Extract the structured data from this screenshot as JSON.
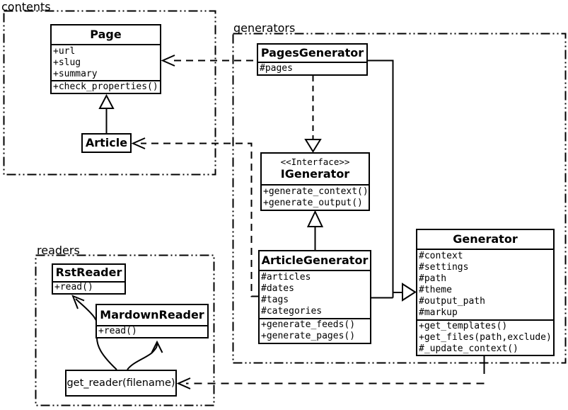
{
  "colors": {
    "background": "#ffffff",
    "stroke": "#000000"
  },
  "packages": {
    "contents": {
      "label": "contents"
    },
    "generators": {
      "label": "generators"
    },
    "readers": {
      "label": "readers"
    }
  },
  "classes": {
    "page": {
      "title": "Page",
      "attributes": [
        "+url",
        "+slug",
        "+summary"
      ],
      "methods": [
        "+check_properties()"
      ]
    },
    "article": {
      "title": "Article"
    },
    "pages_generator": {
      "title": "PagesGenerator",
      "attributes": [
        "#pages"
      ]
    },
    "igenerator": {
      "stereotype": "<<Interface>>",
      "title": "IGenerator",
      "methods": [
        "+generate_context()",
        "+generate_output()"
      ]
    },
    "article_generator": {
      "title": "ArticleGenerator",
      "attributes": [
        "#articles",
        "#dates",
        "#tags",
        "#categories"
      ],
      "methods": [
        "+generate_feeds()",
        "+generate_pages()"
      ]
    },
    "generator": {
      "title": "Generator",
      "attributes": [
        "#context",
        "#settings",
        "#path",
        "#theme",
        "#output_path",
        "#markup"
      ],
      "methods": [
        "+get_templates()",
        "+get_files(path,exclude)",
        "#_update_context()"
      ]
    },
    "rst_reader": {
      "title": "RstReader",
      "methods": [
        "+read()"
      ]
    },
    "markdown_reader": {
      "title": "MardownReader",
      "methods": [
        "+read()"
      ]
    },
    "get_reader": {
      "label": "get_reader(filename)"
    }
  }
}
